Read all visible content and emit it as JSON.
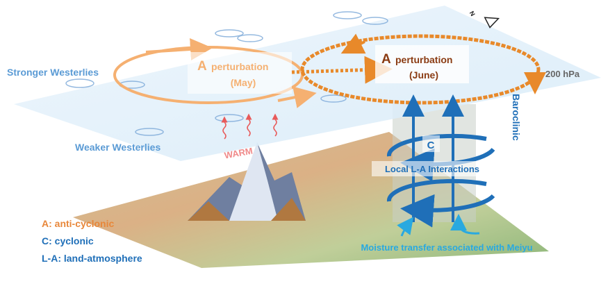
{
  "labels": {
    "stronger_westerlies": "Stronger Westerlies",
    "weaker_westerlies": "Weaker Westerlies",
    "may_letter": "A",
    "may_word": "perturbation",
    "may_month": "(May)",
    "june_letter": "A",
    "june_word": "perturbation",
    "june_month": "(June)",
    "pressure_level": "200 hPa",
    "baroclinic": "Baroclinic",
    "warm": "WARM",
    "cyclone_letter": "C",
    "local_interactions": "Local L-A Interactions",
    "moisture": "Moisture transfer associated with Meiyu",
    "north": "N"
  },
  "legend": [
    {
      "text": "A: anti-cyclonic",
      "color": "#e8873a"
    },
    {
      "text": "C: cyclonic",
      "color": "#1f6fb8"
    },
    {
      "text": "L-A: land-atmosphere",
      "color": "#1f6fb8"
    }
  ],
  "colors": {
    "westerlies": "#5b9bd5",
    "may": "#f5b071",
    "june": "#8a3b12",
    "june_ring": "#e8892a",
    "cyclone": "#1f6fb8",
    "moisture": "#29a9e0",
    "warm": "#e85a5a"
  }
}
